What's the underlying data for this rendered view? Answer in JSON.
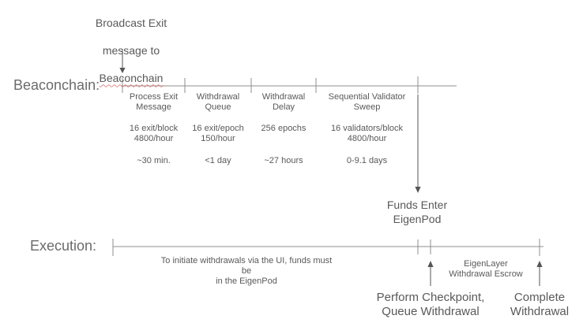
{
  "colors": {
    "text_gray": "#595959",
    "heading_gray": "#6b6b6b",
    "timeline_line": "#8f8f8f",
    "arrow": "#555555",
    "spellcheck_squiggle": "#e08a8a"
  },
  "broadcast_note": {
    "line1": "Broadcast Exit",
    "line2": "message to",
    "line3": "Beaconchain"
  },
  "beaconchain": {
    "label": "Beaconchain:",
    "segments": [
      {
        "title": "Process Exit\nMessage",
        "rate": "16 exit/block\n4800/hour",
        "duration": "~30 min."
      },
      {
        "title": "Withdrawal\nQueue",
        "rate": "16 exit/epoch\n150/hour",
        "duration": "<1 day"
      },
      {
        "title": "Withdrawal\nDelay",
        "rate": "256 epochs",
        "duration": "~27 hours"
      },
      {
        "title": "Sequential Validator\nSweep",
        "rate": "16 validators/block\n4800/hour",
        "duration": "0-9.1 days"
      }
    ]
  },
  "funds_enter_label": "Funds Enter\nEigenPod",
  "execution": {
    "label": "Execution:",
    "note": "To initiate withdrawals via the UI, funds must be\nin the EigenPod",
    "escrow_label": "EigenLayer\nWithdrawal Escrow"
  },
  "actions": {
    "perform_checkpoint": "Perform Checkpoint,\nQueue Withdrawal",
    "complete_withdrawal": "Complete\nWithdrawal"
  }
}
